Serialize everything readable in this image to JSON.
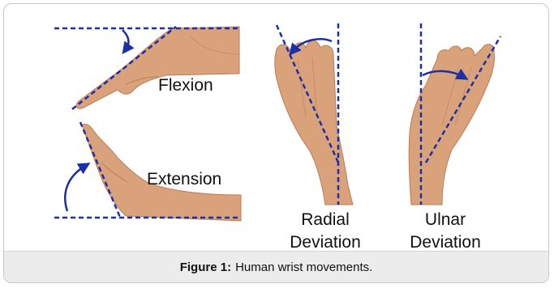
{
  "labels": {
    "flexion": "Flexion",
    "extension": "Extension",
    "radial_line1": "Radial",
    "radial_line2": "Deviation",
    "ulnar_line1": "Ulnar",
    "ulnar_line2": "Deviation"
  },
  "caption": {
    "label": "Figure 1:",
    "text": "Human wrist movements."
  },
  "colors": {
    "guide_line": "#1a2fa8",
    "arc": "#1a2fa8",
    "skin": "#d9a27a",
    "skin_shadow": "#b97c58",
    "caption_bg": "#ececec"
  },
  "icons": [
    "flexion-hand",
    "extension-hand",
    "radial-deviation-hand",
    "ulnar-deviation-hand",
    "angle-arrow-icon"
  ]
}
